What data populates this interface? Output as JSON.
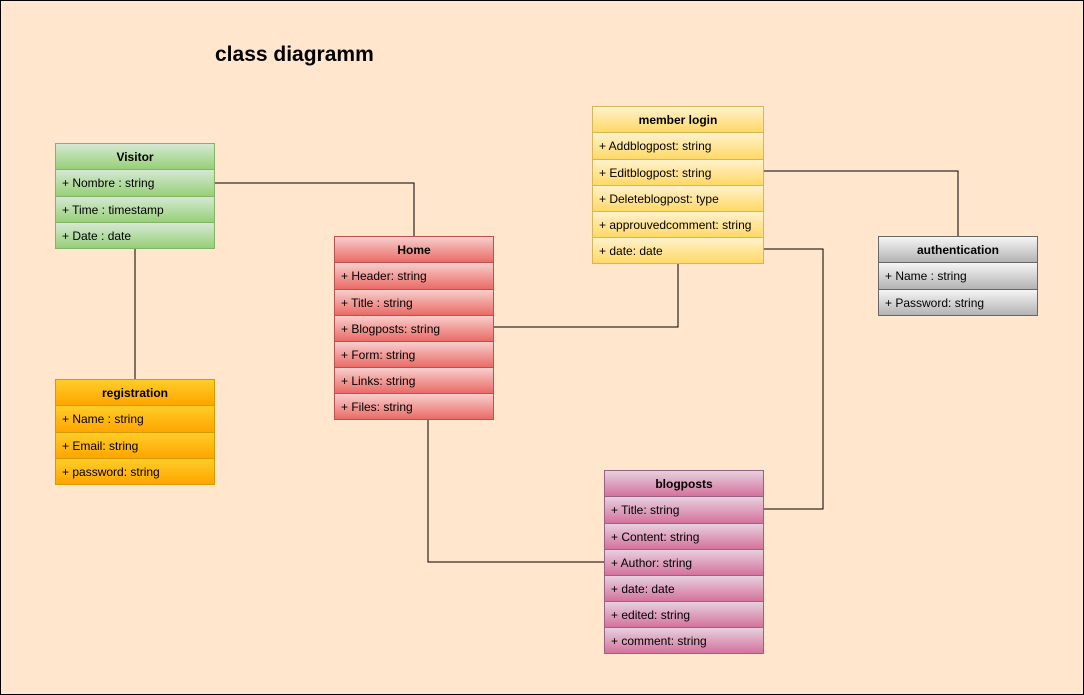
{
  "title": "class diagramm",
  "classes": {
    "visitor": {
      "name": "Visitor",
      "fields": [
        "+ Nombre : string",
        "+ Time : timestamp",
        "+ Date : date"
      ]
    },
    "registration": {
      "name": "registration",
      "fields": [
        "+ Name : string",
        "+ Email: string",
        "+ password: string"
      ]
    },
    "home": {
      "name": "Home",
      "fields": [
        "+ Header: string",
        "+ Title : string",
        "+ Blogposts: string",
        "+ Form: string",
        "+ Links: string",
        "+ Files: string"
      ]
    },
    "member_login": {
      "name": "member login",
      "fields": [
        "+ Addblogpost: string",
        "+ Editblogpost: string",
        "+ Deleteblogpost: type",
        "+ approuvedcomment: string",
        "+ date: date"
      ]
    },
    "authentication": {
      "name": "authentication",
      "fields": [
        "+ Name : string",
        "+ Password: string"
      ]
    },
    "blogposts": {
      "name": "blogposts",
      "fields": [
        "+ Title: string",
        "+ Content: string",
        "+ Author: string",
        "+ date: date",
        "+ edited: string",
        "+ comment: string"
      ]
    }
  },
  "colors": {
    "background": "#ffe6cc",
    "visitor": "#97d077",
    "registration": "#ffa500",
    "home": "#ea6b66",
    "member_login": "#ffd966",
    "authentication": "#b3b3b3",
    "blogposts": "#d5739d",
    "connector": "#000000"
  }
}
